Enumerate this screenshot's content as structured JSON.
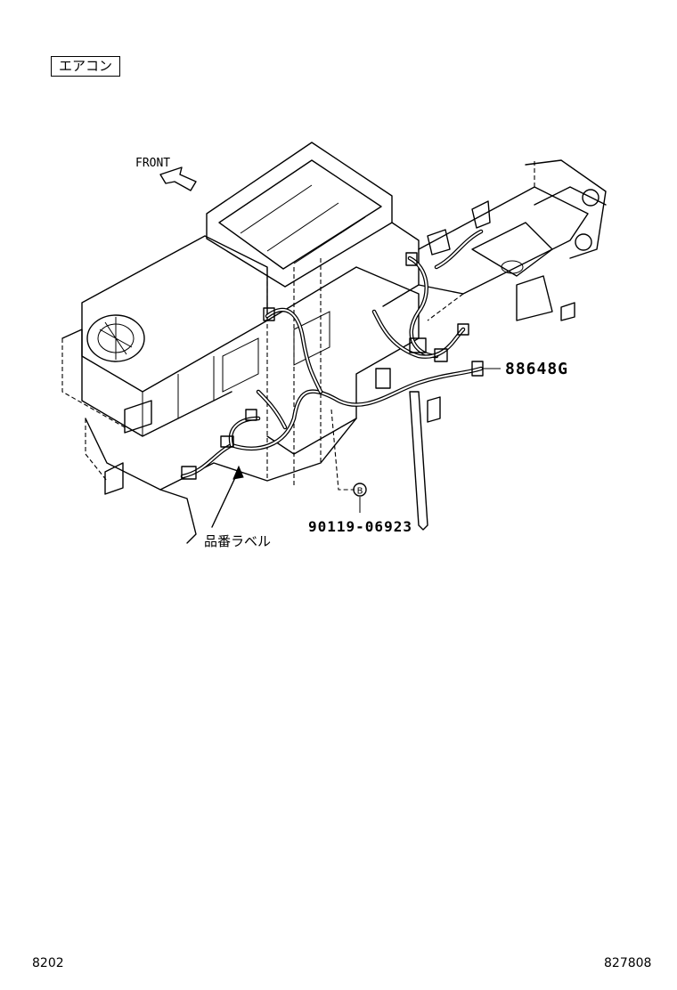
{
  "header": {
    "category_tag": "エアコン"
  },
  "diagram": {
    "front_label": "FRONT",
    "callouts": {
      "wire_harness_part": "88648G",
      "clip_part": "90119-06923",
      "clip_marker": "B",
      "label_note": "品番ラベル"
    }
  },
  "footer": {
    "page_code_left": "8202",
    "page_code_right": "827808"
  }
}
